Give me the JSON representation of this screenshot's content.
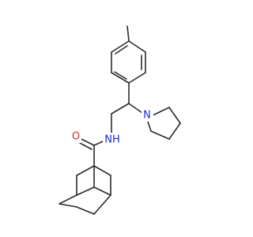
{
  "molecule": {
    "colors": {
      "bond": "#2b2b2b",
      "oxygen": "#d0311e",
      "nitrogen": "#1f2bd1"
    },
    "atoms": {
      "oxygen_label": "O",
      "amide_nitrogen_label": "NH",
      "pyrrolidine_nitrogen_label": "N"
    }
  }
}
